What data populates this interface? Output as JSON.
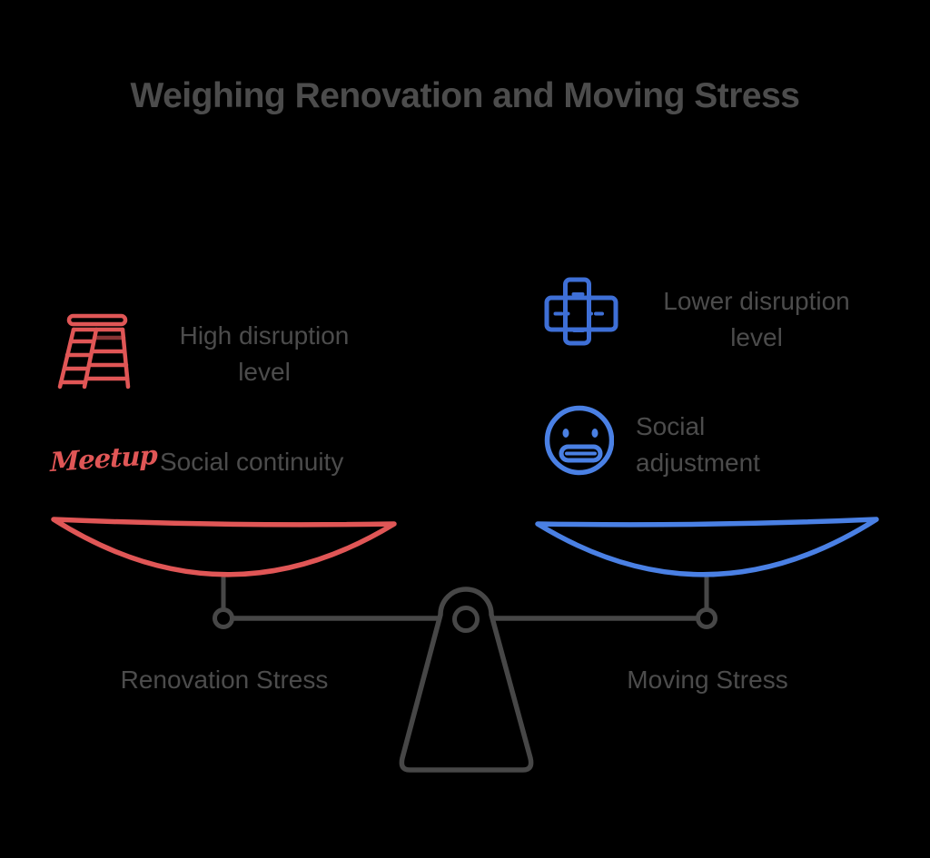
{
  "title": "Weighing Renovation and Moving Stress",
  "colors": {
    "red": "#E05656",
    "blue": "#4A80E4",
    "blue_deep": "#3E6FD6",
    "ink": "#4C4C4C",
    "stroke": "#474747",
    "bg": "#000000"
  },
  "left_column": {
    "items": [
      {
        "icon": "ladder-icon",
        "label": "High disruption level"
      },
      {
        "icon": "meetup-logo",
        "logo_text": "Meetup",
        "label": "Social continuity"
      }
    ],
    "pan_label": "Renovation Stress"
  },
  "right_column": {
    "items": [
      {
        "icon": "bandage-cross-icon",
        "label": "Lower disruption level"
      },
      {
        "icon": "grimace-face-icon",
        "label": "Social adjustment"
      }
    ],
    "pan_label": "Moving Stress"
  }
}
